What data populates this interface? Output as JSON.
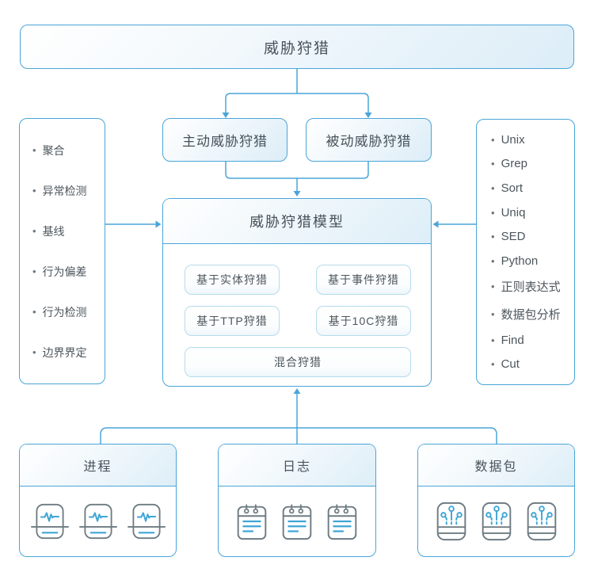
{
  "colors": {
    "accent_blue": "#4aa5d8",
    "light_border_blue": "#b5dcec",
    "text_gray": "#47525a",
    "icon_gray": "#6e7b82",
    "icon_blue": "#3fa5d6"
  },
  "root_node": {
    "label": "威胁狩猎"
  },
  "branch_nodes": {
    "active": {
      "label": "主动威胁狩猎"
    },
    "passive": {
      "label": "被动威胁狩猎"
    }
  },
  "left_panel": {
    "items": [
      "聚合",
      "异常检测",
      "基线",
      "行为偏差",
      "行为检测",
      "边界界定"
    ]
  },
  "right_panel": {
    "items": [
      "Unix",
      "Grep",
      "Sort",
      "Uniq",
      "SED",
      "Python",
      "正则表达式",
      "数据包分析",
      "Find",
      "Cut"
    ]
  },
  "model_node": {
    "title": "威胁狩猎模型",
    "methods": [
      "基于实体狩猎",
      "基于事件狩猎",
      "基于TTP狩猎",
      "基于10C狩猎",
      "混合狩猎"
    ]
  },
  "source_nodes": {
    "process": {
      "label": "进程",
      "icon": "process-activity-icon"
    },
    "logs": {
      "label": "日志",
      "icon": "log-notepad-icon"
    },
    "packets": {
      "label": "数据包",
      "icon": "packet-circuit-icon"
    }
  },
  "bullet_glyph": "•"
}
